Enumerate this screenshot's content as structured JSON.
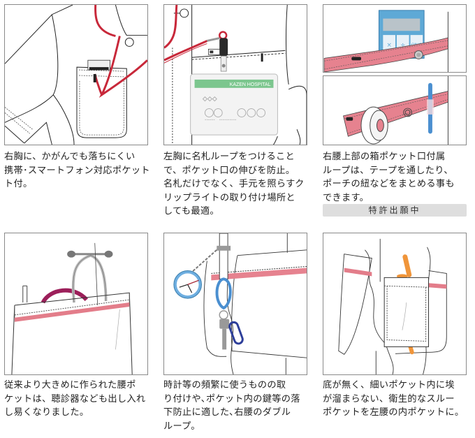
{
  "panels": [
    {
      "id": "smartphone-pocket",
      "caption": "右胸に、かがんでも落ちにくい\n携帯･スマートフォン対応ポケット\nト付。"
    },
    {
      "id": "name-tag-loop",
      "caption": "左胸に名札ループをつけること\nで、ポケット口の伸びを防止。\n名札だけでなく、手元を照らすク\nリップライトの取り付け場所と\nしても最適。",
      "badge_text": "KAZEN HOSPITAL"
    },
    {
      "id": "box-pocket-loop",
      "caption": "右腰上部の箱ポケット口付属\nループは、テープを通したり、\nポーチの紐などをまとめる事も\nできます。",
      "badge": "特許出願中",
      "calculator_keys": [
        "×",
        "÷",
        "ON/C"
      ]
    },
    {
      "id": "large-waist-pocket",
      "caption": "従来より大きめに作られた腰ポ\nケットは、聴診器なども出し入れ\nし易くなりました。"
    },
    {
      "id": "double-loop",
      "caption": "時計等の頻繁に使うものの取\nり付けや､ポケット内の鍵等の落\n下防止に適した､右腰のダブル\nループ。"
    },
    {
      "id": "through-pocket",
      "caption": "底が無く、細いポケット内に埃\nが溜まらない、衛生的なスルー\nポケットを左腰の内ポケットに。"
    }
  ],
  "colors": {
    "accent_red": "#c8283a",
    "accent_pink": "#e37d8a",
    "loop_pink": "#e6828f",
    "hospital_green": "#7cc68e",
    "calc_blue": "#5ea9d6",
    "carabiner_blue": "#4a8fd0",
    "orange": "#f0953a",
    "stethoscope": "#9c1f5a"
  }
}
